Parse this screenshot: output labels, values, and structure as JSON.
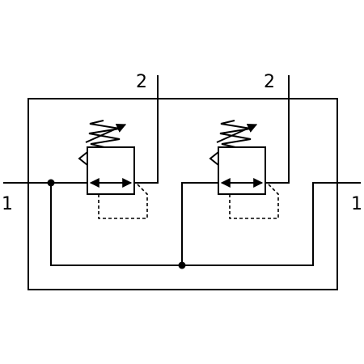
{
  "ports": {
    "outlet_left": "2",
    "outlet_right": "2",
    "inlet_left": "1",
    "inlet_right": "1"
  },
  "colors": {
    "line": "#000000",
    "background": "#ffffff"
  }
}
